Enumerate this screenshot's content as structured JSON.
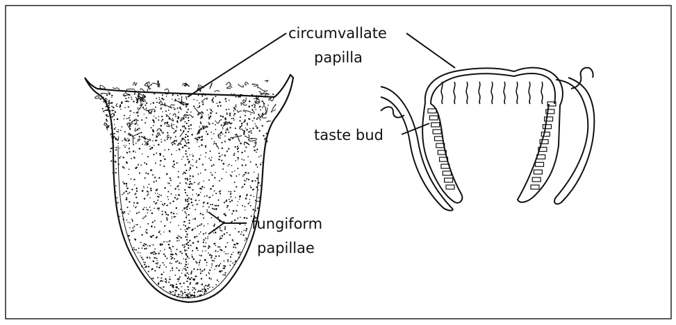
{
  "labels": {
    "circumvallate_line1": "circumvallate",
    "circumvallate_line2": "papilla",
    "taste_bud": "taste bud",
    "fungiform_line1": "fungiform",
    "fungiform_line2": "papillae"
  },
  "colors": {
    "ink": "#111111",
    "background": "#ffffff"
  }
}
